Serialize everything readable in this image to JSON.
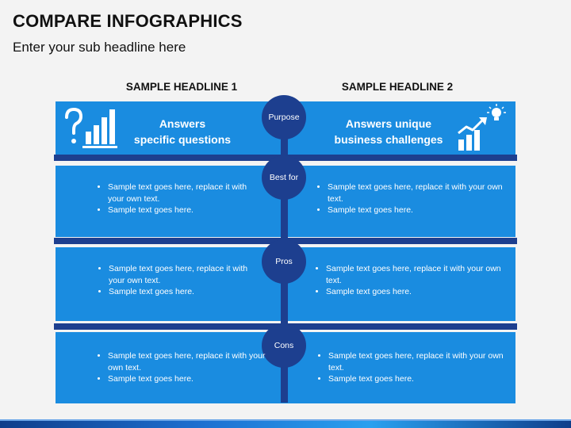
{
  "title": "COMPARE INFOGRAPHICS",
  "subtitle": "Enter your sub headline here",
  "columns": {
    "left_heading": "SAMPLE HEADLINE 1",
    "right_heading": "SAMPLE HEADLINE 2"
  },
  "rows": [
    {
      "label": "Purpose",
      "left_text": [
        "Answers",
        "specific questions"
      ],
      "right_text": [
        "Answers unique",
        "business challenges"
      ]
    },
    {
      "label": "Best for",
      "left": [
        "Sample text goes here, replace it with your own text.",
        "Sample text goes here."
      ],
      "right": [
        "Sample text goes here, replace it with your own text.",
        "Sample text goes here."
      ]
    },
    {
      "label": "Pros",
      "left": [
        "Sample text goes here, replace it with your own text.",
        "Sample text goes here."
      ],
      "right": [
        "Sample text goes here, replace it with your own text.",
        "Sample text goes here."
      ]
    },
    {
      "label": "Cons",
      "left": [
        "Sample text goes here, replace it with your own text.",
        "Sample text goes here."
      ],
      "right": [
        "Sample text goes here, replace it with your own text.",
        "Sample text goes here."
      ]
    }
  ],
  "icons": {
    "left": "question-bar-chart-icon",
    "right": "growth-chart-lightbulb-icon"
  },
  "colors": {
    "panel": "#1a8ce0",
    "dark": "#1d3f8f",
    "background": "#f3f3f3"
  }
}
